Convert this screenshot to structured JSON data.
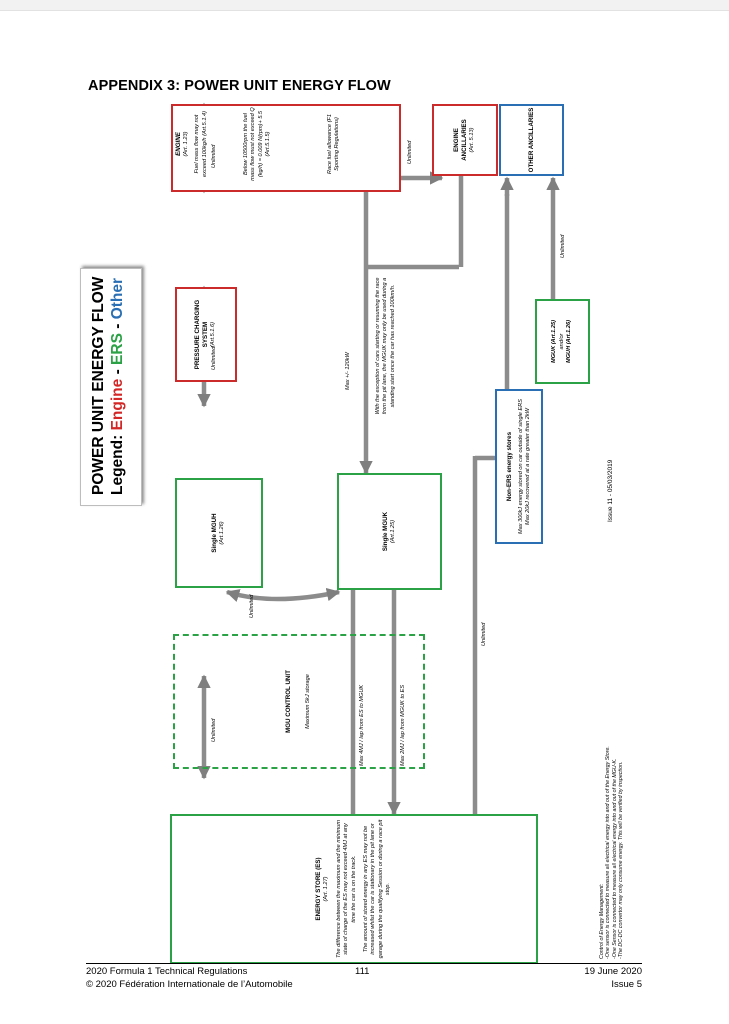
{
  "page": {
    "title": "APPENDIX 3: POWER UNIT ENERGY FLOW"
  },
  "legend": {
    "title": "POWER UNIT ENERGY FLOW",
    "prefix": "Legend:",
    "engine": "Engine",
    "sep1": " - ",
    "ers": "ERS",
    "sep2": " - ",
    "other": "Other",
    "colors": {
      "engine": "#d32727",
      "ers": "#2aa245",
      "other": "#2a6fb3"
    }
  },
  "boxes": {
    "es": {
      "title": "ENERGY STORE (ES)",
      "article": "(Art. 1.27)",
      "note1": "The difference between the maximum and the minimum state of charge of the ES may not exceed 4MJ at any time the car is on the track.",
      "note2": "The amount of stored energy in any ES may not be increased whilst the car is stationary in the pit lane or garage during the qualifying Session or during a race pit stop."
    },
    "mgu_control": {
      "title": "MGU CONTROL UNIT",
      "note": "Maximum 5kJ storage"
    },
    "mguh": {
      "title": "Single MGUH",
      "article": "(Art.1.26)"
    },
    "mguk": {
      "title": "Single MGUK",
      "article": "(Art.1.25)"
    },
    "pressure": {
      "title": "PRESSURE CHARGING SYSTEM",
      "article": "(Art.5.1.6)"
    },
    "engine": {
      "title": "ENGINE",
      "article": "(Art. 1.23)",
      "note1": "Fuel mass flow may not exceed 100kg/h (Art.5.1.4)",
      "note2": "Below 10500rpm the fuel mass flow must not exceed Q (kg/h) = 0.009 N(rpm)+ 5.5 (Art.5.1.5)",
      "note3": "Race fuel allowance (F1 Sporting Regulations)"
    },
    "engine_anc": {
      "title": "ENGINE ANCILLARIES",
      "article": "(Art. 5.13)"
    },
    "other_anc": {
      "title": "OTHER ANCILLARIES"
    },
    "mguk_mguh": {
      "line1": "MGUK (Art.1.25)",
      "line2": "and/or",
      "line3": "MGUH (Art.1.26)"
    },
    "non_ers": {
      "title": "Non-ERS energy stores",
      "line1": "Max 300kJ energy stored on car outside of single ERS",
      "line2": "Max 20kJ recovered at a rate greater than 2kW"
    }
  },
  "labels": {
    "unlimited": "Unlimited",
    "es_to_mguk": "Max 4MJ / lap from ES to MGUK",
    "mguk_to_es": "Max 2MJ / lap from MGUK to ES",
    "mguk_power": "Max +/- 120kW",
    "mguk_pit": "With the exception of cars starting or resuming the race from the pit lane, the MGUK may only be used during a standing start once the car has reached 100km/h."
  },
  "control_notes": {
    "title": "Control of Energy Management:",
    "line1": "-One sensor is connected to measure all electrical energy into and out of the Energy Store.",
    "line2": "-One Sensor is connected to measure all electrical energy into and out of the MGU-K.",
    "line3": "-The DC-DC convertor may only consume energy.  This will be verified by inspection."
  },
  "issue_note": "Issue 11 - 05/03/2019",
  "footer": {
    "left1": "2020 Formula 1 Technical Regulations",
    "left2": "© 2020 Fédération Internationale de l’Automobile",
    "page_number": "111",
    "right1": "19 June 2020",
    "right2": "Issue 5"
  }
}
